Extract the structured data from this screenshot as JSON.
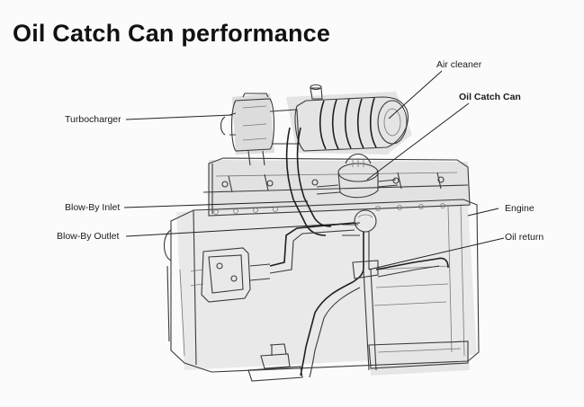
{
  "title": "Oil Catch Can performance",
  "labels": {
    "air_cleaner": "Air cleaner",
    "oil_catch_can": "Oil Catch Can",
    "turbocharger": "Turbocharger",
    "blow_by_inlet": "Blow-By Inlet",
    "engine": "Engine",
    "blow_by_outlet": "Blow-By Outlet",
    "oil_return": "Oil return"
  }
}
